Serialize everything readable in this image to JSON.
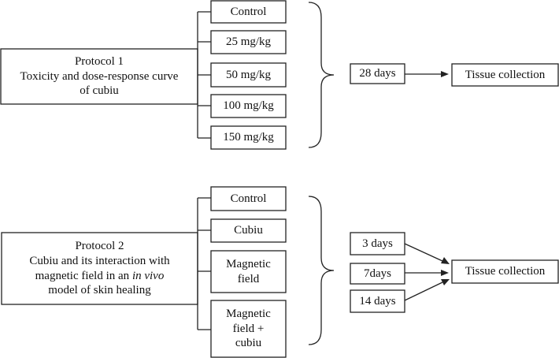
{
  "protocol1": {
    "title_lines": [
      "Protocol 1",
      "Toxicity and dose-response curve",
      "of cubiu"
    ],
    "groups": [
      "Control",
      "25 mg/kg",
      "50 mg/kg",
      "100 mg/kg",
      "150 mg/kg"
    ],
    "duration": "28 days",
    "outcome": "Tissue collection"
  },
  "protocol2": {
    "title_lines": [
      "Protocol 2",
      "Cubiu and its interaction with",
      "magnetic field in an ",
      "in vivo",
      "model of skin healing"
    ],
    "groups": [
      [
        "Control"
      ],
      [
        "Cubiu"
      ],
      [
        "Magnetic",
        "field"
      ],
      [
        "Magnetic",
        "field +",
        "cubiu"
      ]
    ],
    "durations": [
      "3 days",
      "7days",
      "14 days"
    ],
    "outcome": "Tissue collection"
  }
}
